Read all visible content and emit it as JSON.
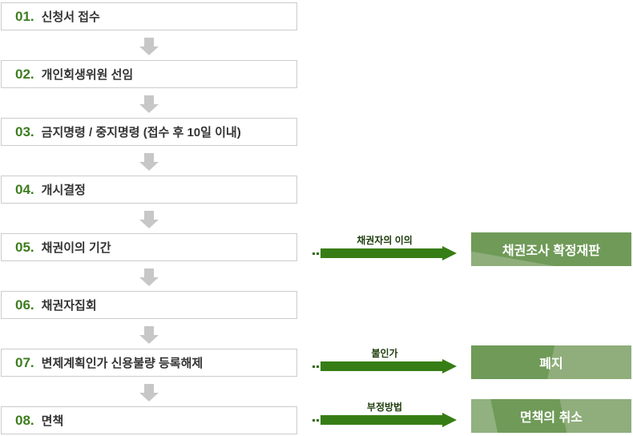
{
  "steps": [
    {
      "number": "01.",
      "label": "신청서 접수"
    },
    {
      "number": "02.",
      "label": "개인회생위원 선임"
    },
    {
      "number": "03.",
      "label": "금지명령 / 중지명령 (접수 후 10일 이내)"
    },
    {
      "number": "04.",
      "label": "개시결정"
    },
    {
      "number": "05.",
      "label": "채권이의 기간"
    },
    {
      "number": "06.",
      "label": "채권자집회"
    },
    {
      "number": "07.",
      "label": "변제계획인가 신용불량 등록해제"
    },
    {
      "number": "08.",
      "label": "면책"
    }
  ],
  "branches": [
    {
      "arrow_label": "채권자의 이의",
      "target_label": "채권조사 확정재판"
    },
    {
      "arrow_label": "불인가",
      "target_label": "폐지"
    },
    {
      "arrow_label": "부정방법",
      "target_label": "면책의 취소"
    }
  ],
  "colors": {
    "step_number_green": "#3d7d1f",
    "step_text": "#333333",
    "step_border": "#cccccc",
    "gray_connector_arrow": "#c7c7c7",
    "branch_arrow_green": "#377d15",
    "branch_label_green": "#1e3c0b",
    "branch_box_green": "#6f9a58",
    "branch_box_green_light": "#8fae7b",
    "branch_box_text": "#ffffff"
  }
}
